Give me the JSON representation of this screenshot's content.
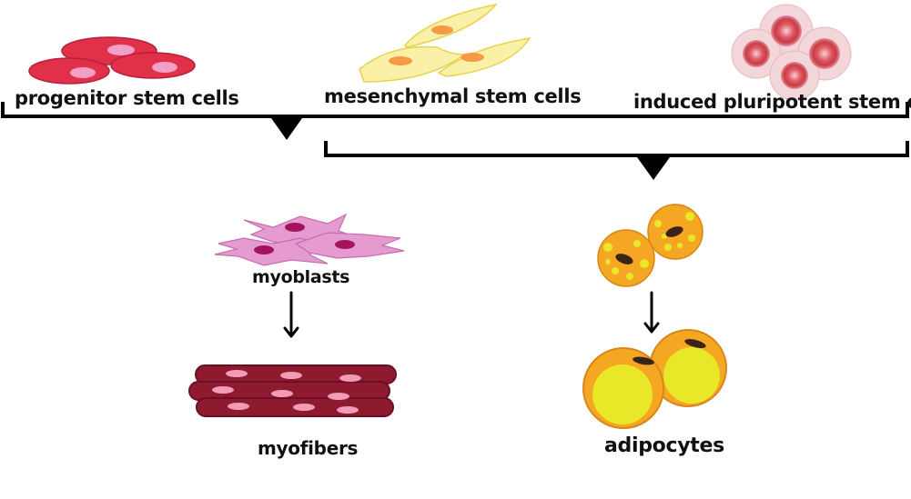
{
  "sources": {
    "progenitor": "progenitor stem cells",
    "mesenchymal": "mesenchymal stem cells",
    "ipsc": "induced pluripotent stem cells"
  },
  "muscle_lineage": {
    "intermediate": "myoblasts",
    "final": "myofibers"
  },
  "fat_lineage": {
    "final": "adipocytes"
  },
  "colors": {
    "progenitor_cell": "#e0304a",
    "progenitor_nucleus": "#f2a0c8",
    "mesenchymal_cell": "#fbf0a8",
    "mesenchymal_nucleus": "#f59a45",
    "ipsc_outer": "#f3d6da",
    "ipsc_inner": "#d84a55",
    "myoblast": "#e59ad0",
    "myoblast_nucleus": "#a3155a",
    "myofiber": "#8e1a2f",
    "myofiber_nucleus": "#f39ab6",
    "adipocyte_outer": "#f5a623",
    "adipocyte_lipid": "#e8e829",
    "adipocyte_nucleus": "#3a2418"
  }
}
